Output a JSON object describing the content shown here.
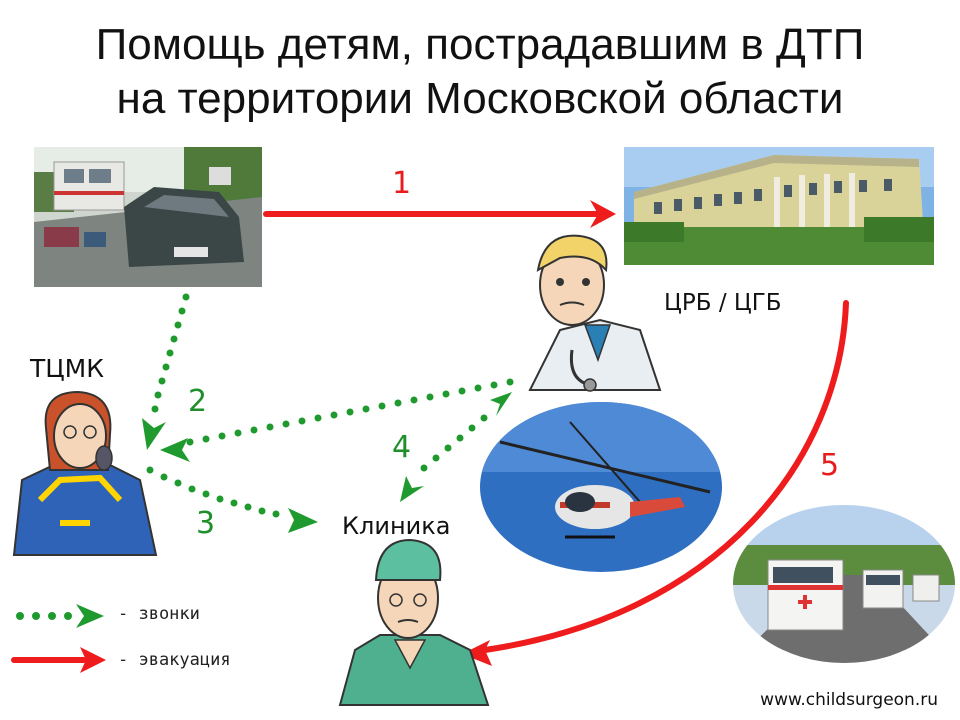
{
  "title": {
    "line1": "Помощь детям, пострадавшим в ДТП",
    "line2": "на территории Московской области"
  },
  "nodes": {
    "hospital": "ЦРБ / ЦГБ",
    "dispatch": "ТЦМК",
    "clinic": "Клиника"
  },
  "steps": {
    "s1": "1",
    "s2": "2",
    "s3": "3",
    "s4": "4",
    "s5": "5"
  },
  "legend": {
    "calls": "- звонки",
    "evacuation": "- эвакуация"
  },
  "footer": {
    "site": "www.childsurgeon.ru"
  },
  "colors": {
    "calls": "#1f9a2e",
    "evacuation": "#ee1c1c"
  }
}
